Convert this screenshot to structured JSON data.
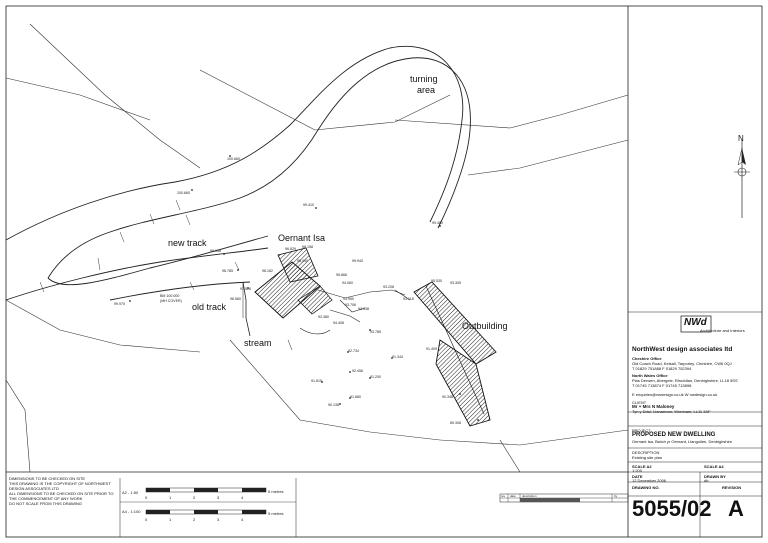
{
  "site": {
    "labels": {
      "turning_area": [
        "turning",
        "area"
      ],
      "oernant_isa": "Oernant Isa",
      "new_track": "new track",
      "old_track": "old track",
      "stream": "stream",
      "outbuilding": "Outbuilding",
      "north": "N"
    },
    "benchmark": [
      "BM 100.000",
      "(MH COVER)"
    ],
    "levels": [
      "100.660",
      "100.660",
      "99.410",
      "99.480",
      "99.158",
      "96.785",
      "99.970",
      "97.526",
      "96.560",
      "96.829",
      "98.158",
      "98.182",
      "98.040",
      "99.940",
      "95.666",
      "94.060",
      "93.208",
      "93.038",
      "93.118",
      "95.530",
      "93.950",
      "93.706",
      "94.408",
      "93.380",
      "93.785",
      "92.734",
      "91.344",
      "92.456",
      "91.200",
      "91.815",
      "91.680",
      "90.138",
      "89.308",
      "90.348",
      "91.409",
      "93.305"
    ]
  },
  "scale_bar": {
    "row_a2": "A2 - 1:50",
    "row_a4": "A4 - 1:100",
    "ticks": [
      "0",
      "1",
      "2",
      "3",
      "4",
      "5 metres"
    ]
  },
  "notes": [
    "DIMENSIONS TO BE CHECKED ON SITE",
    "THIS DRAWING IS THE COPYRIGHT OF NORTHWEST DESIGN ASSOCIATES LTD",
    "ALL DIMENSIONS TO BE CHECKED ON SITE PRIOR TO THE COMMENCEMENT OF ANY WORK",
    "DO NOT SCALE FROM THIS DRAWING"
  ],
  "revision_header": {
    "rev": "rev",
    "date": "date",
    "description": "description",
    "by": "by"
  },
  "title_block": {
    "logo": "NWd",
    "logo_sub": "Architecture and Interiors",
    "company": "NorthWest design associates ltd",
    "cheshire_office_title": "Cheshire Office",
    "cheshire_office": "Old Coach Road, Kelsall, Tarporley, Cheshire, CW6 0QJ",
    "cheshire_phone": "T 01829 751888   F 01829 752394",
    "nw_office_title": "North Wales Office",
    "nw_office": "Plas Derwen, Abergele, Rhuddlan, Denbighshire, LL18 5SS",
    "nw_phone": "T 01745 713874   F 01745 713898",
    "email": "E enquiries@nwdesign.co.uk   W nwdesign.co.uk",
    "client_label": "CLIENT",
    "client": "Mr + Mrs N Maloney",
    "client_address": "Tyn y Ddol, Llanarmon, Wrexham, LL11 3AF",
    "project_label": "PROJECT",
    "project": "PROPOSED NEW DWELLING",
    "project_address": "Oernant Isa, Bwlch yr Oernant, Llangollen, Denbighshire",
    "description_label": "DESCRIPTION",
    "description": "Existing site plan",
    "scale_a2_label": "SCALE A2",
    "scale_a2": "1:200",
    "scale_a4_label": "SCALE A4",
    "scale_a4": "",
    "date_label": "DATE",
    "date": "12 December 2006",
    "drawn_label": "DRAWN BY",
    "drawn": "db",
    "drawing_no_label": "DRAWING NO.",
    "drawing_no": "5055/02",
    "revision_label": "REVISION",
    "revision": "A"
  }
}
